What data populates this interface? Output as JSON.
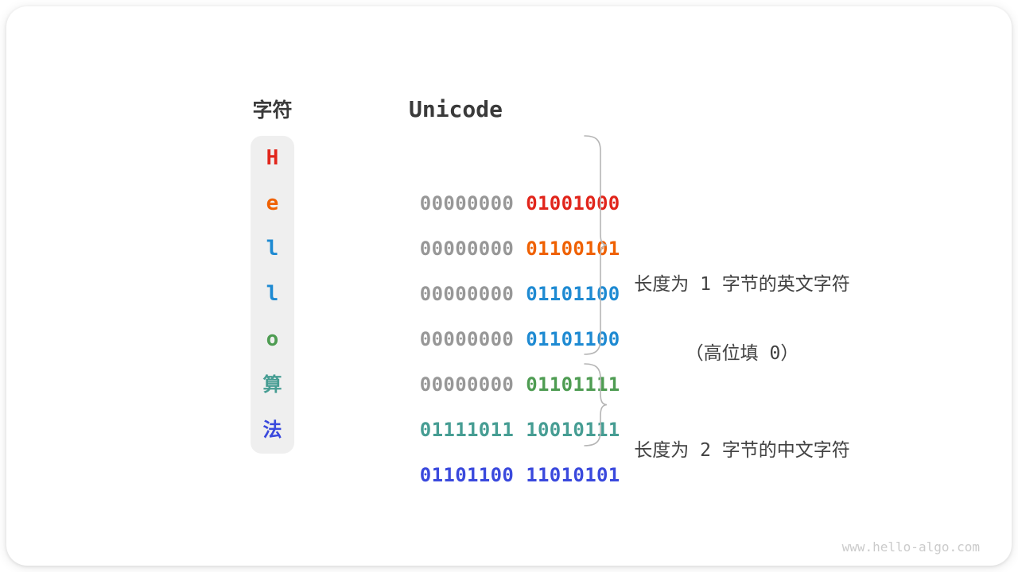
{
  "figure": {
    "header": {
      "char_col": "字符",
      "unicode_col": "Unicode"
    },
    "rows": [
      {
        "char": "H",
        "byte1": "00000000",
        "byte2": "01001000",
        "char_color": "#e1251b",
        "byte1_color": "#979797",
        "byte2_color": "#e1251b"
      },
      {
        "char": "e",
        "byte1": "00000000",
        "byte2": "01100101",
        "char_color": "#ef6102",
        "byte1_color": "#979797",
        "byte2_color": "#ef6102"
      },
      {
        "char": "l",
        "byte1": "00000000",
        "byte2": "01101100",
        "char_color": "#1e8ad2",
        "byte1_color": "#979797",
        "byte2_color": "#1e8ad2"
      },
      {
        "char": "l",
        "byte1": "00000000",
        "byte2": "01101100",
        "char_color": "#1e8ad2",
        "byte1_color": "#979797",
        "byte2_color": "#1e8ad2"
      },
      {
        "char": "o",
        "byte1": "00000000",
        "byte2": "01101111",
        "char_color": "#4e9c52",
        "byte1_color": "#979797",
        "byte2_color": "#4e9c52"
      },
      {
        "char": "算",
        "byte1": "01111011",
        "byte2": "10010111",
        "char_color": "#469d93",
        "byte1_color": "#469d93",
        "byte2_color": "#469d93"
      },
      {
        "char": "法",
        "byte1": "01101100",
        "byte2": "11010101",
        "char_color": "#3a49dd",
        "byte1_color": "#3a49dd",
        "byte2_color": "#3a49dd"
      }
    ],
    "annotations": {
      "english": {
        "line1": "长度为 1 字节的英文字符",
        "line2": "（高位填 0）"
      },
      "chinese": {
        "line1": "长度为 2 字节的中文字符"
      }
    },
    "watermark": "www.hello-algo.com",
    "colors": {
      "column_bg": "#efefef",
      "brace": "#b5b5b5",
      "heading_text": "#3a3a3a",
      "annotation_text": "#414141",
      "watermark_text": "#cbcbcb"
    }
  }
}
